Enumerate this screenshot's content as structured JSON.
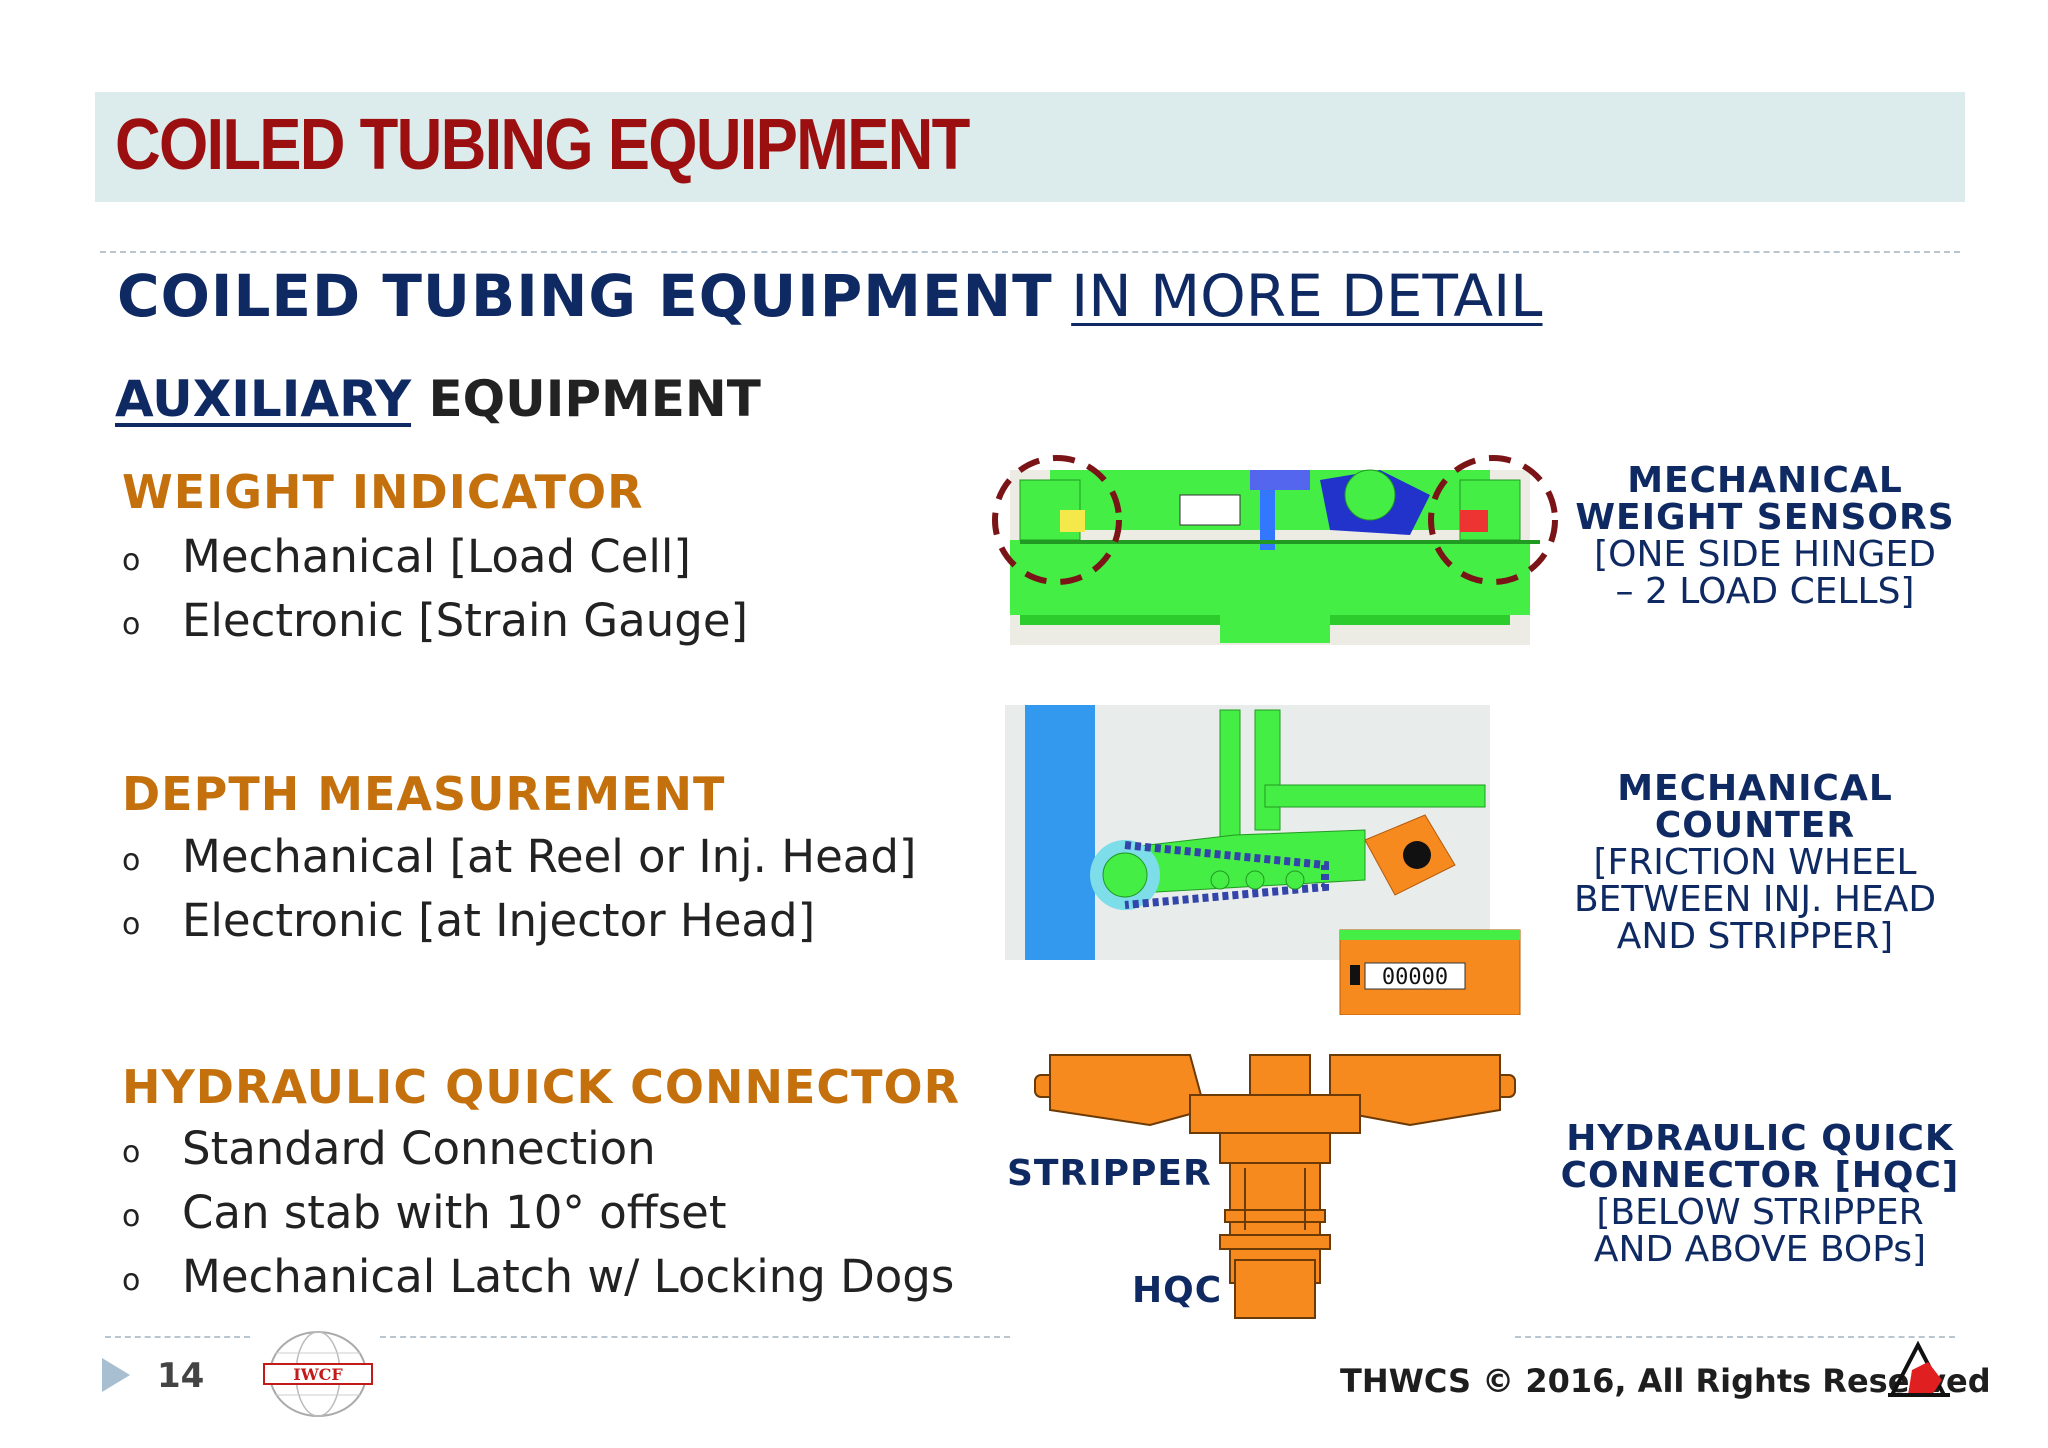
{
  "header": {
    "title": "COILED TUBING EQUIPMENT"
  },
  "subtitle": {
    "bold": "COILED TUBING EQUIPMENT",
    "underlined": "IN MORE DETAIL"
  },
  "section": {
    "underlined": "AUXILIARY",
    "plain": "EQUIPMENT"
  },
  "blocks": [
    {
      "heading": "WEIGHT INDICATOR",
      "items": [
        "Mechanical [Load Cell]",
        "Electronic [Strain Gauge]"
      ],
      "caption_bold": [
        "MECHANICAL",
        "WEIGHT SENSORS"
      ],
      "caption_text": [
        "[ONE SIDE HINGED",
        "– 2 LOAD CELLS]"
      ]
    },
    {
      "heading": "DEPTH MEASUREMENT",
      "items": [
        "Mechanical [at Reel or Inj. Head]",
        "Electronic [at Injector Head]"
      ],
      "caption_bold": [
        "MECHANICAL",
        "COUNTER"
      ],
      "caption_text": [
        "[FRICTION WHEEL",
        "BETWEEN INJ. HEAD",
        "AND STRIPPER]"
      ],
      "counter_digits": "00000"
    },
    {
      "heading": "HYDRAULIC QUICK CONNECTOR",
      "items": [
        "Standard Connection",
        "Can stab with 10° offset",
        "Mechanical Latch w/ Locking Dogs"
      ],
      "caption_bold": [
        "HYDRAULIC QUICK",
        "CONNECTOR [HQC]"
      ],
      "caption_text": [
        "[BELOW STRIPPER",
        "AND ABOVE BOPs]"
      ],
      "labels": {
        "stripper": "STRIPPER",
        "hqc": "HQC"
      }
    }
  ],
  "bullet_glyph": "o",
  "footer": {
    "page_number": "14",
    "logo_text": "IWCF",
    "copyright": "THWCS © 2016, All Rights Reserved"
  },
  "colors": {
    "title": "#9b0f10",
    "navy": "#0f2a63",
    "heading_orange": "#c4700d",
    "title_bar": "#dcebeb",
    "equipment_green": "#44ee44",
    "equipment_orange": "#f68a1f"
  }
}
